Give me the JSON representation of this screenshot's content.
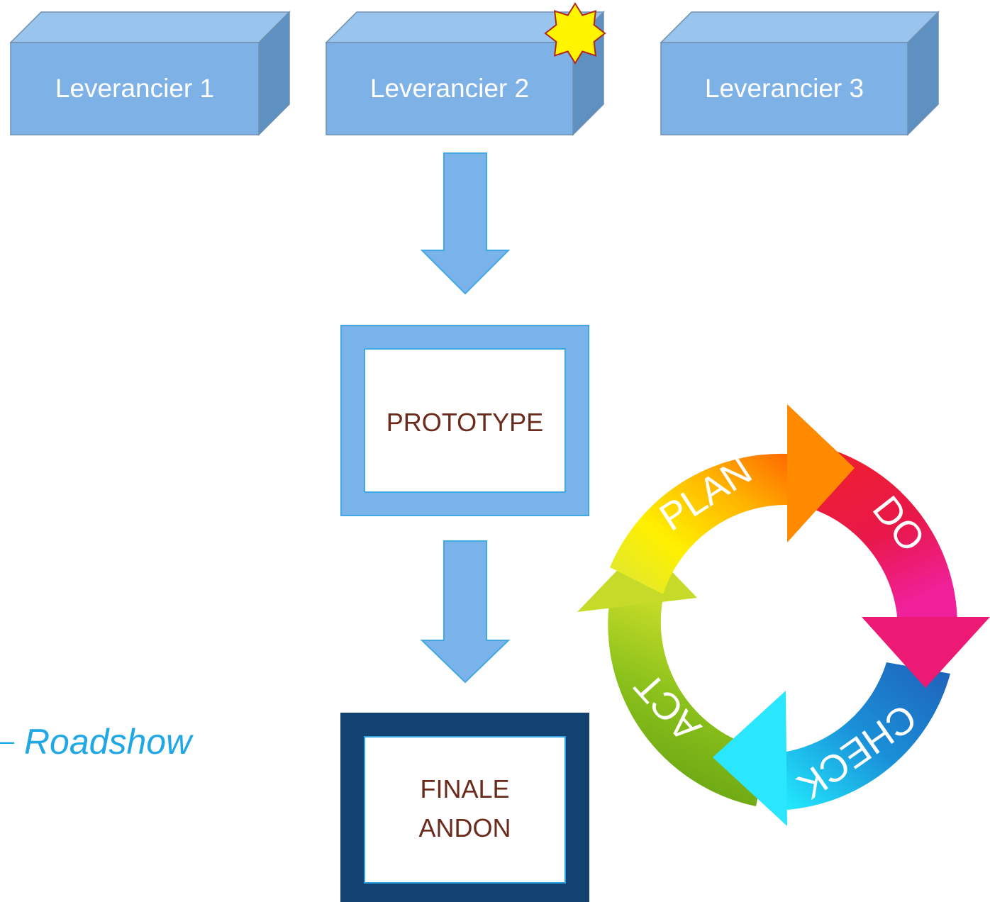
{
  "suppliers": [
    {
      "label": "Leverancier 1"
    },
    {
      "label": "Leverancier 2"
    },
    {
      "label": "Leverancier 3"
    }
  ],
  "steps": {
    "prototype": "PROTOTYPE",
    "final_line1": "FINALE",
    "final_line2": "ANDON"
  },
  "side_note": {
    "dash": "–",
    "text": "Roadshow"
  },
  "cycle": {
    "plan": "PLAN",
    "do": "DO",
    "check": "CHECK",
    "act": "ACT"
  },
  "colors": {
    "box_front": "#7eb2e6",
    "box_top": "#98c4ee",
    "box_side": "#5f90c2",
    "arrow": "#7ab2ea",
    "prototype_frame": "#7ab2ea",
    "final_frame": "#134170",
    "star": "#fff500",
    "roadshow_text": "#20a8e6"
  }
}
